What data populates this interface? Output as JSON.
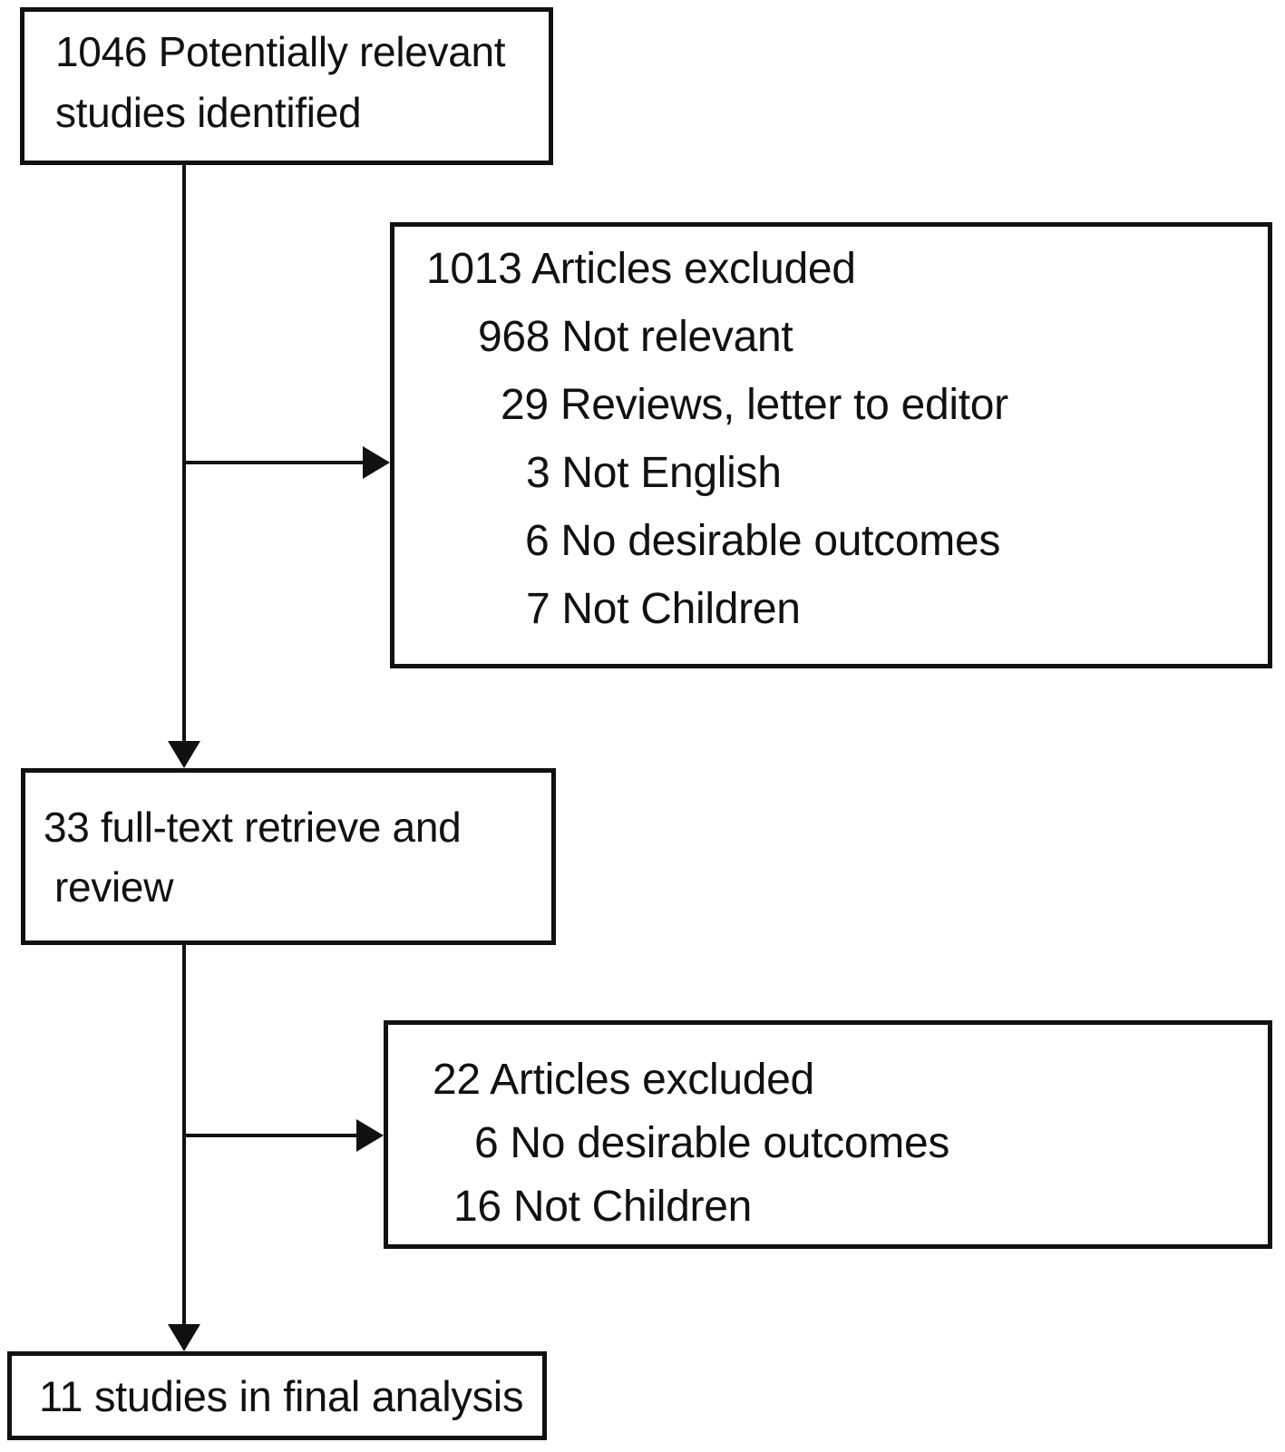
{
  "colors": {
    "background": "#ffffff",
    "ink": "#111111"
  },
  "boxes": {
    "identified": {
      "lines": [
        "1046 Potentially relevant",
        "studies identified"
      ]
    },
    "excluded_initial": {
      "lines": [
        "1013 Articles excluded",
        "968 Not relevant",
        "29 Reviews, letter to editor",
        "3 Not English",
        "6 No desirable outcomes",
        "7 Not Children"
      ]
    },
    "fulltext_review": {
      "lines": [
        "33 full-text retrieve and",
        "review"
      ]
    },
    "excluded_fulltext": {
      "lines": [
        "22 Articles excluded",
        "6 No desirable outcomes",
        "16 Not Children"
      ]
    },
    "final_analysis": {
      "lines": [
        "11 studies in final analysis"
      ]
    }
  },
  "flow": {
    "edges": [
      {
        "from": "identified",
        "to": "fulltext_review",
        "type": "arrow-down"
      },
      {
        "from": "identified",
        "to": "excluded_initial",
        "type": "arrow-right-branch"
      },
      {
        "from": "fulltext_review",
        "to": "final_analysis",
        "type": "arrow-down"
      },
      {
        "from": "fulltext_review",
        "to": "excluded_fulltext",
        "type": "arrow-right-branch"
      }
    ]
  }
}
